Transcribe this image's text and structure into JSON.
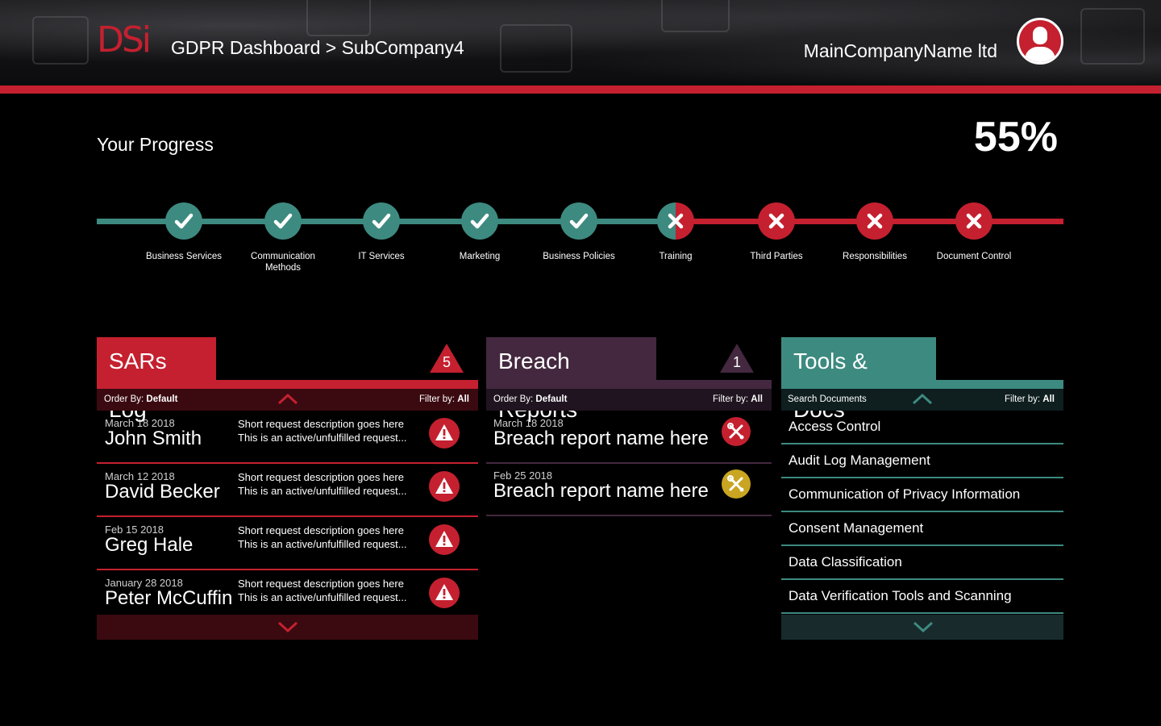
{
  "header": {
    "logo": "DSi",
    "breadcrumb": "GDPR Dashboard > SubCompany4",
    "company": "MainCompanyName ltd"
  },
  "progress": {
    "title": "Your Progress",
    "percent_label": "55%",
    "percent": 55,
    "steps": [
      {
        "label": "Business Services",
        "status": "complete"
      },
      {
        "label": "Communication Methods",
        "status": "complete"
      },
      {
        "label": "IT Services",
        "status": "complete"
      },
      {
        "label": "Marketing",
        "status": "complete"
      },
      {
        "label": "Business Policies",
        "status": "complete"
      },
      {
        "label": "Training",
        "status": "partial"
      },
      {
        "label": "Third Parties",
        "status": "incomplete"
      },
      {
        "label": "Responsibilities",
        "status": "incomplete"
      },
      {
        "label": "Document Control",
        "status": "incomplete"
      }
    ]
  },
  "sars": {
    "title": "SARs Log",
    "count": "5",
    "order_label": "Order By:",
    "order_value": "Default",
    "filter_label": "Filter by:",
    "filter_value": "All",
    "rows": [
      {
        "date": "March 18 2018",
        "name": "John Smith",
        "desc1": "Short request description goes here",
        "desc2": "This is an active/unfulfilled request..."
      },
      {
        "date": "March 12 2018",
        "name": "David Becker",
        "desc1": "Short request description goes here",
        "desc2": "This is an active/unfulfilled request..."
      },
      {
        "date": "Feb 15 2018",
        "name": "Greg Hale",
        "desc1": "Short request description goes here",
        "desc2": "This is an active/unfulfilled request..."
      },
      {
        "date": "January 28 2018",
        "name": "Peter McCuffin",
        "desc1": "Short request description goes here",
        "desc2": "This is an active/unfulfilled request..."
      }
    ]
  },
  "breach": {
    "title": "Breach Reports",
    "count": "1",
    "order_label": "Order By:",
    "order_value": "Default",
    "filter_label": "Filter by:",
    "filter_value": "All",
    "rows": [
      {
        "date": "March 18 2018",
        "name": "Breach report name here",
        "status": "open"
      },
      {
        "date": "Feb 25 2018",
        "name": "Breach report name here",
        "status": "in-progress"
      }
    ]
  },
  "tools": {
    "title": "Tools & Docs",
    "search_label": "Search Documents",
    "filter_label": "Filter by:",
    "filter_value": "All",
    "items": [
      "Access Control",
      "Audit Log Management",
      "Communication of Privacy Information",
      "Consent Management",
      "Data Classification",
      "Data Verification Tools and Scanning"
    ]
  },
  "colors": {
    "red": "#c5202f",
    "teal": "#3d8a80",
    "plum": "#44283f",
    "yellow": "#c9a521"
  }
}
